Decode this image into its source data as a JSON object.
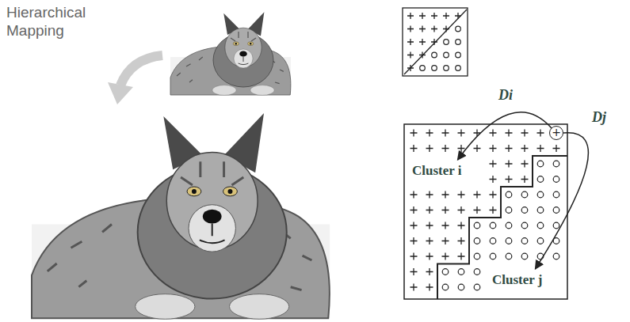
{
  "diagram": {
    "title": "Hierarchical Mapping",
    "nodes": [
      {
        "text": [
          "+"
        ]
      },
      {
        "text": [
          "Cluster i"
        ]
      },
      {
        "text": [
          "Cluster j"
        ]
      }
    ],
    "edges": [
      {
        "from": 0,
        "to": 1,
        "arrow": "to",
        "label": "Di"
      },
      {
        "from": 0,
        "to": 2,
        "arrow": "to",
        "label": "Dj"
      }
    ]
  }
}
